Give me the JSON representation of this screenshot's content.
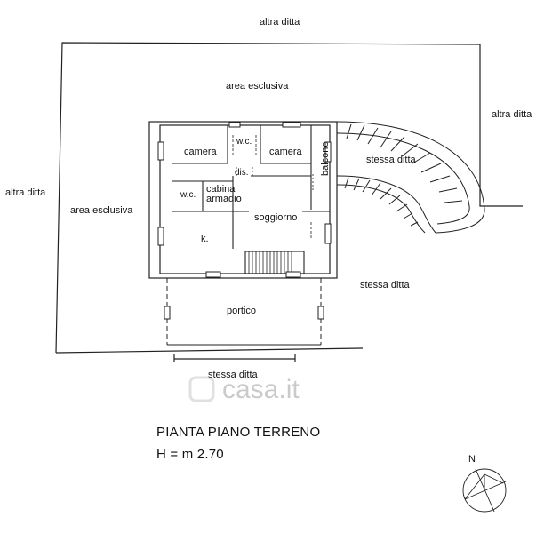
{
  "labels": {
    "altra_ditta_top": "altra ditta",
    "altra_ditta_right": "altra ditta",
    "altra_ditta_left": "altra ditta",
    "area_esclusiva_top": "area esclusiva",
    "area_esclusiva_left": "area esclusiva",
    "camera_left": "camera",
    "wc_top": "w.c.",
    "camera_right": "camera",
    "balcone": "balcone",
    "dis": "dis.",
    "cabina": "cabina",
    "armadio": "armadio",
    "wc_bottom": "w.c.",
    "kitchen": "k.",
    "soggiorno": "soggiorno",
    "portico": "portico",
    "stessa_ditta_stairs": "stessa ditta",
    "stessa_ditta_right": "stessa ditta",
    "stessa_ditta_bottom": "stessa ditta",
    "north": "N"
  },
  "title": {
    "line1": "PIANTA PIANO TERRENO",
    "line2": "H = m 2.70"
  },
  "watermark": "casa.it"
}
